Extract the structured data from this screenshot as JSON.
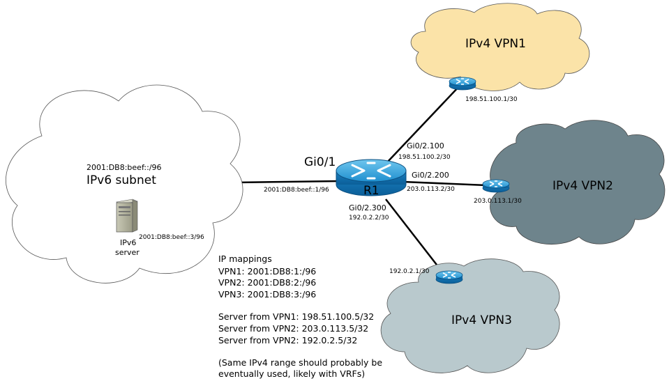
{
  "ipv6_cloud": {
    "prefix": "2001:DB8:beef::/96",
    "title": "IPv6 subnet",
    "server_label_line1": "IPv6",
    "server_label_line2": "server",
    "server_ip": "2001:DB8:beef::3/96"
  },
  "router": {
    "name": "R1",
    "gi0_1": "Gi0/1",
    "gi0_1_ip": "2001:DB8:beef::1/96",
    "gi0_2_100": "Gi0/2.100",
    "gi0_2_100_ip": "198.51.100.2/30",
    "gi0_2_200": "Gi0/2.200",
    "gi0_2_200_ip": "203.0.113.2/30",
    "gi0_2_300": "Gi0/2.300",
    "gi0_2_300_ip": "192.0.2.2/30"
  },
  "vpn1": {
    "title": "IPv4 VPN1",
    "ip": "198.51.100.1/30",
    "color": "#fbe3a8"
  },
  "vpn2": {
    "title": "IPv4 VPN2",
    "ip": "203.0.113.1/30",
    "color": "#6e848c"
  },
  "vpn3": {
    "title": "IPv4 VPN3",
    "ip": "192.0.2.1/30",
    "color": "#b9c9cd"
  },
  "notes": {
    "header": "IP mappings",
    "lines": [
      "VPN1: 2001:DB8:1:/96",
      "VPN2: 2001:DB8:2:/96",
      "VPN3: 2001:DB8:3:/96",
      "",
      "Server from VPN1: 198.51.100.5/32",
      "Server from VPN2: 203.0.113.5/32",
      "Server from VPN2: 192.0.2.5/32",
      "",
      "(Same IPv4 range should probably be",
      "eventually used, likely with VRFs)"
    ]
  }
}
